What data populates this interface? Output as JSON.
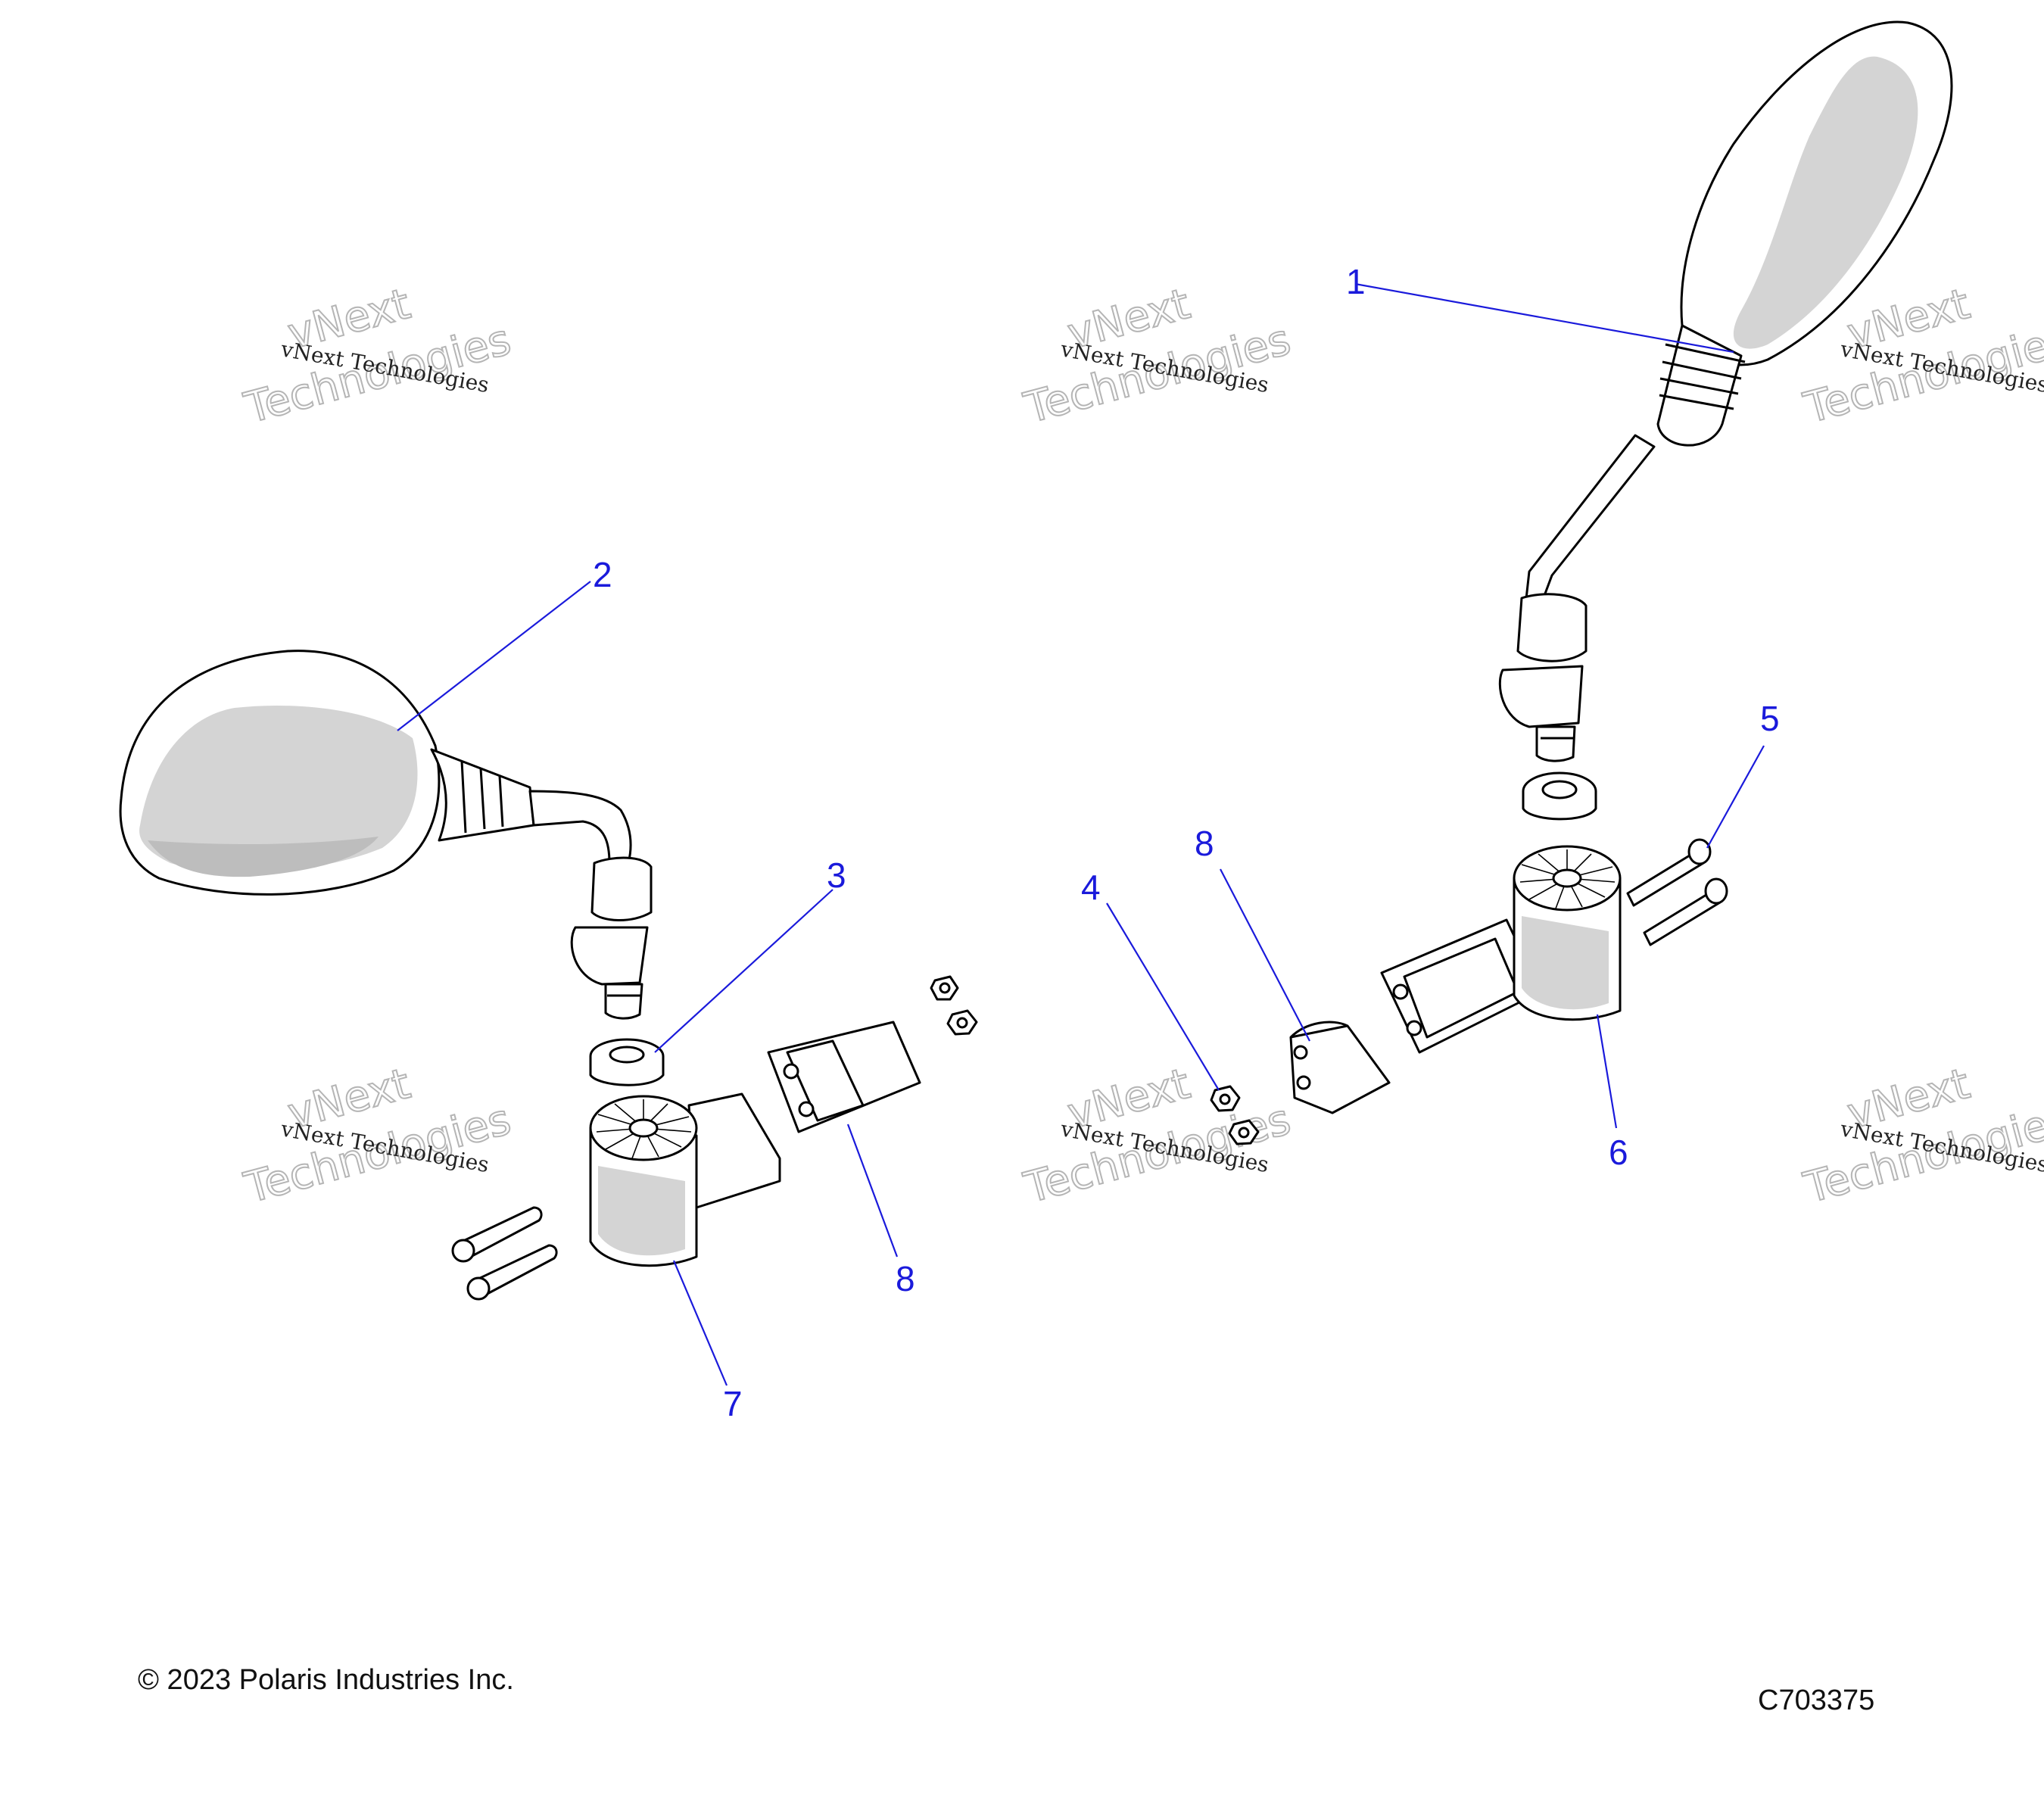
{
  "callouts": [
    "1",
    "2",
    "3",
    "4",
    "5",
    "6",
    "7",
    "8"
  ],
  "watermark": {
    "line1": "vNext",
    "line2": "Technologies",
    "full": "vNext Technologies"
  },
  "footer": {
    "copyright": "© 2023 Polaris Industries Inc.",
    "diagram_code": "C703375"
  }
}
